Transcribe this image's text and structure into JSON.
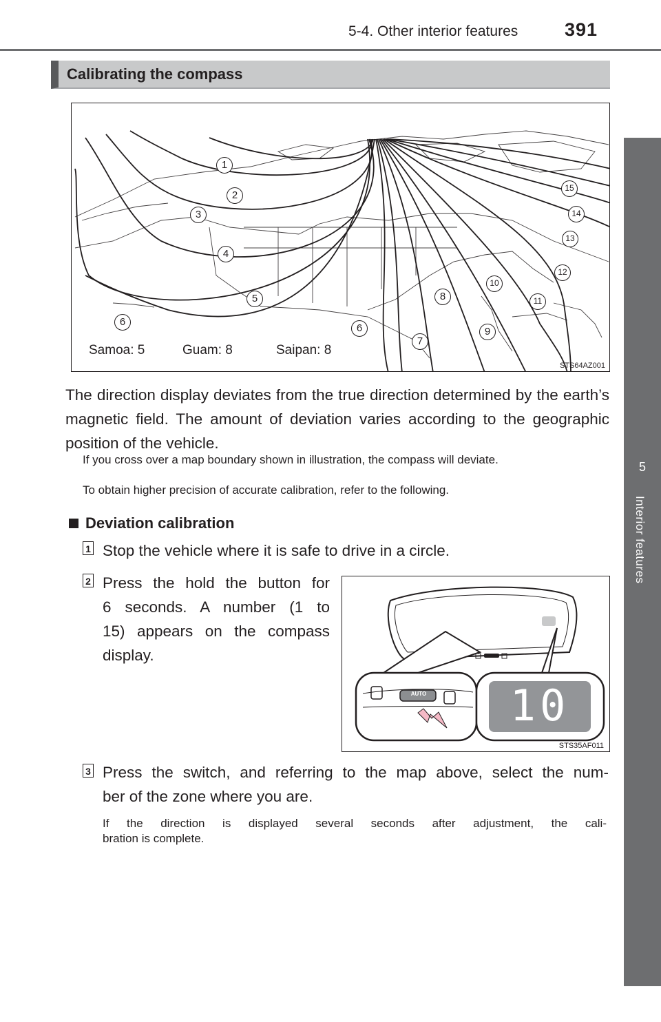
{
  "header": {
    "section": "5-4. Other interior features",
    "page_number": "391"
  },
  "side_tab": {
    "number": "5",
    "label": "Interior features"
  },
  "section_title": "Calibrating the compass",
  "map_figure": {
    "zone_labels": [
      "1",
      "2",
      "3",
      "4",
      "5",
      "6",
      "6",
      "7",
      "8",
      "9",
      "10",
      "11",
      "12",
      "13",
      "14",
      "15"
    ],
    "island_legend": {
      "samoa": "Samoa: 5",
      "guam": "Guam: 8",
      "saipan": "Saipan: 8"
    },
    "code": "STS64AZ001"
  },
  "intro_paragraph": "The direction display deviates from the true direction determined by the earth’s magnetic field. The amount of deviation varies according to the geographic position of the vehicle.",
  "note_1": "If you cross over a map boundary shown in illustration, the compass will deviate.",
  "note_2": "To obtain higher precision of accurate calibration, refer to the following.",
  "subsection_title": "Deviation calibration",
  "steps": [
    {
      "number": "1",
      "text": "Stop the vehicle where it is safe to drive in a circle."
    },
    {
      "number": "2",
      "lines": [
        "Press the hold the button for",
        "6 seconds. A number (1 to",
        "15) appears on the compass",
        "display."
      ]
    },
    {
      "number": "3",
      "lines": [
        "Press the switch, and referring to the map above, select the num-",
        "ber of the zone where you are."
      ]
    }
  ],
  "mirror_figure": {
    "button_label": "AUTO",
    "display_value": "10",
    "code": "STS35AF011"
  },
  "note_3_lines": [
    "If the direction is displayed several seconds after adjustment, the cali-",
    "bration is complete."
  ]
}
